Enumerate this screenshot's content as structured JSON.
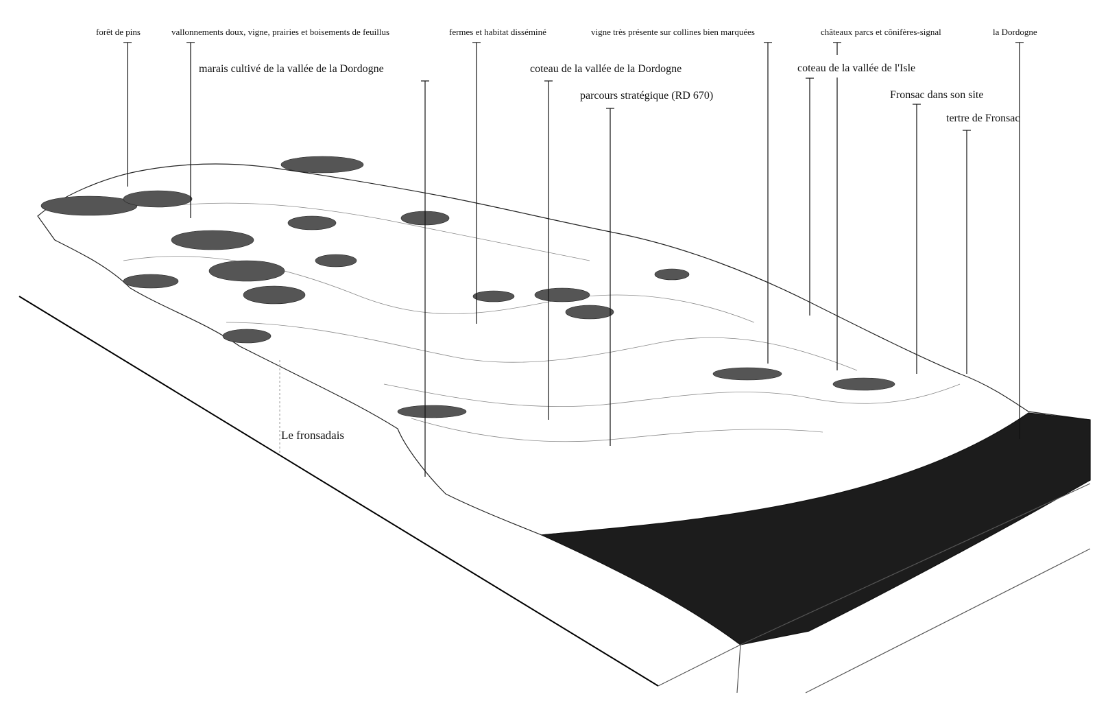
{
  "labels": {
    "foret_de_pins": "forêt de pins",
    "vallonnements": "vallonnements doux, vigne, prairies et boisements de feuillus",
    "fermes": "fermes et habitat disséminé",
    "vigne": "vigne très présente sur collines bien marquées",
    "chateaux": "châteaux  parcs et cônifères-signal",
    "la_dordogne": "la Dordogne",
    "marais": "marais cultivé de la vallée de la Dordogne",
    "coteau_dordogne": "coteau  de la vallée de la Dordogne",
    "parcours": "parcours stratégique (RD 670)",
    "coteau_isle": "coteau de la vallée de l'Isle",
    "fronsac_site": "Fronsac dans son site",
    "tertre": "tertre de Fronsac"
  },
  "block_title": "Le fronsadais",
  "colors": {
    "ink": "#111111",
    "river": "#1c1c1c",
    "paper": "#ffffff"
  }
}
